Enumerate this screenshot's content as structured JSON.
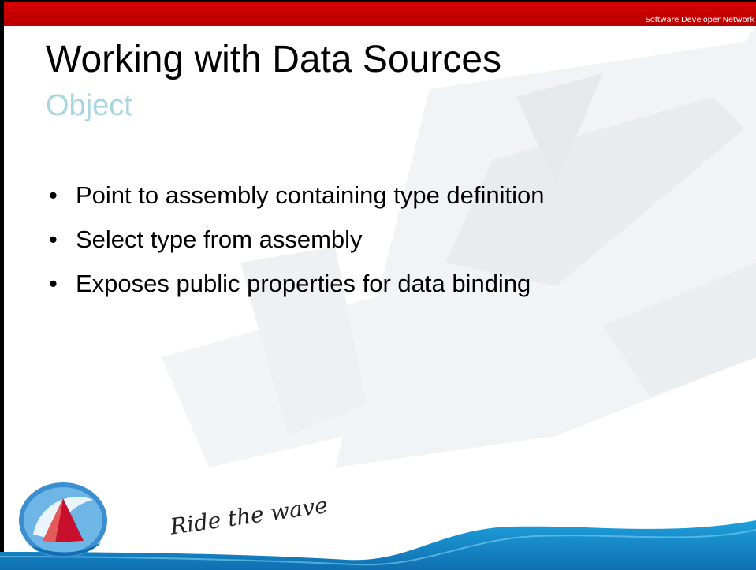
{
  "header": {
    "brand_text": "Software Developer Network"
  },
  "slide": {
    "title": "Working with Data Sources",
    "subtitle": "Object",
    "bullets": [
      "Point to assembly containing type definition",
      "Select type from assembly",
      "Exposes public properties for data binding"
    ]
  },
  "footer": {
    "tagline": "Ride the wave"
  },
  "colors": {
    "topbar": "#c00000",
    "subtitle": "#a6d7e0",
    "wave_blue": "#1b7fbf",
    "wave_light": "#5bb8e8",
    "logo_red": "#c8102e"
  },
  "icons": {
    "logo": "sdn-sail-logo-icon",
    "bullet": "bullet-dot-icon"
  }
}
